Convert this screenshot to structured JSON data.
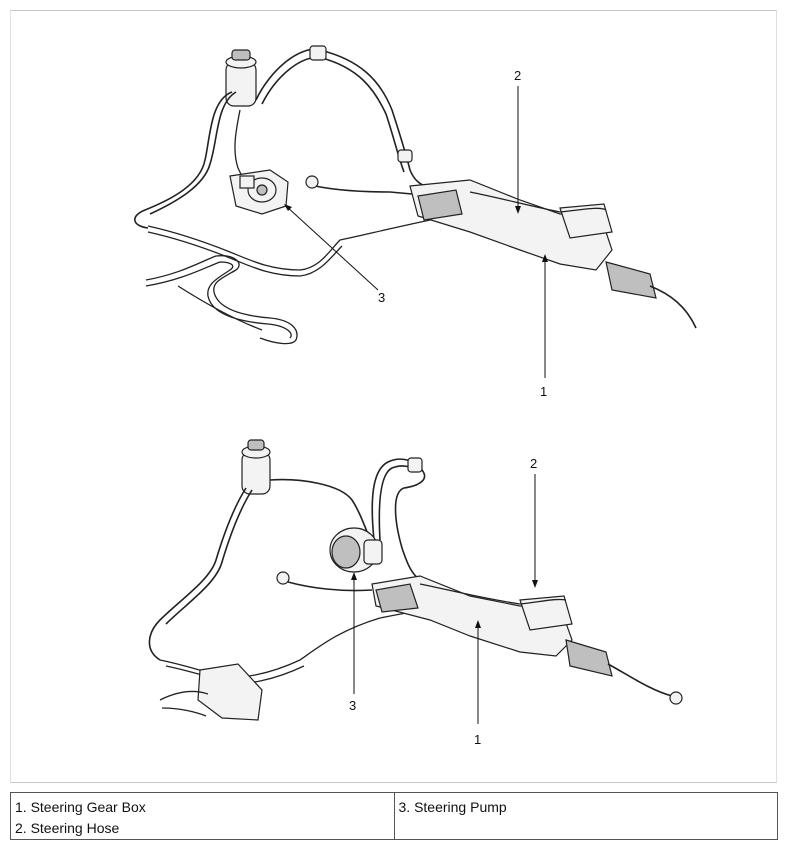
{
  "diagram": {
    "callouts_top": {
      "c1": "1",
      "c2": "2",
      "c3": "3"
    },
    "callouts_bottom": {
      "c1": "1",
      "c2": "2",
      "c3": "3"
    }
  },
  "legend": {
    "left": [
      "1. Steering Gear Box",
      "2. Steering Hose"
    ],
    "right": [
      "3. Steering Pump"
    ]
  }
}
